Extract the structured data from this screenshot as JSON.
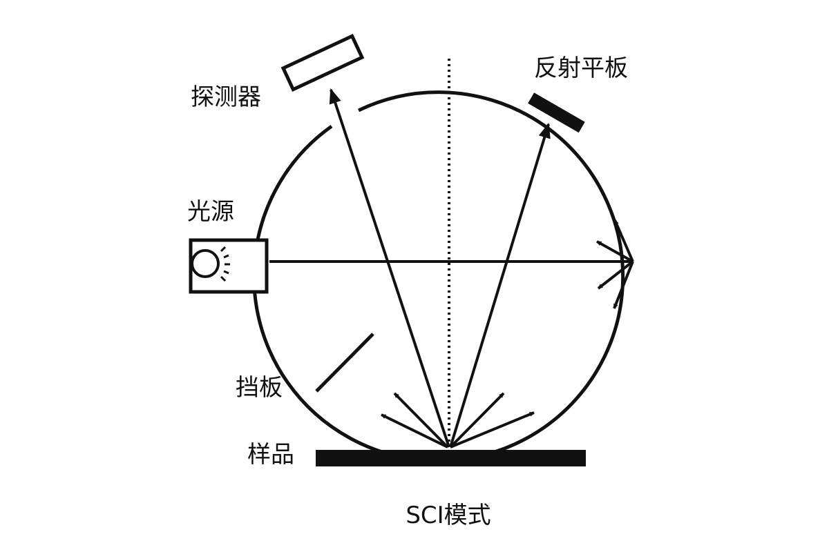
{
  "labels": {
    "detector": "探测器",
    "reflector": "反射平板",
    "light_source": "光源",
    "baffle": "挡板",
    "sample": "样品",
    "mode": "SCI模式"
  },
  "colors": {
    "stroke": "#111111",
    "background": "#ffffff"
  }
}
